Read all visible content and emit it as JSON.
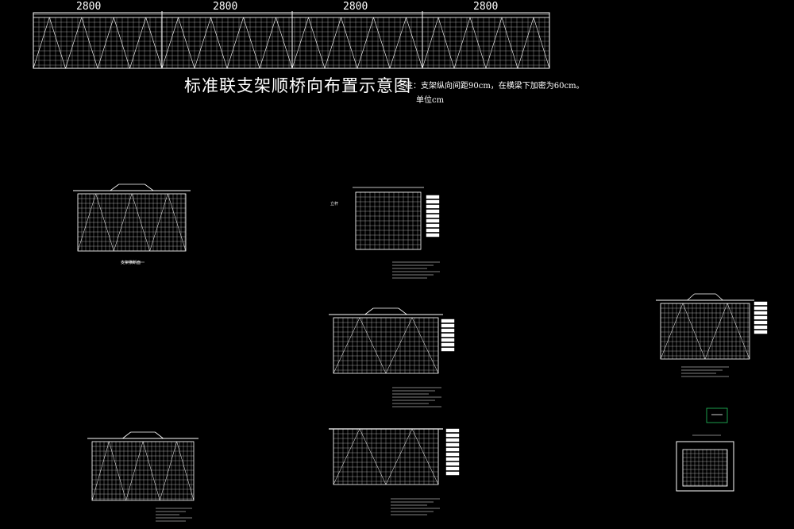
{
  "dimensions": [
    "2800",
    "2800",
    "2800",
    "2800"
  ],
  "title": "标准联支架顺桥向布置示意图",
  "note": "注：支架纵向间距90cm，在横梁下加密为60cm。",
  "unit": "单位cm",
  "small_captions": {
    "a": "支架横断面",
    "b": "立杆"
  },
  "colors": {
    "background": "#000000",
    "line": "#ffffff",
    "accent_green": "#22c55e",
    "accent_blue": "#3b82f6"
  }
}
